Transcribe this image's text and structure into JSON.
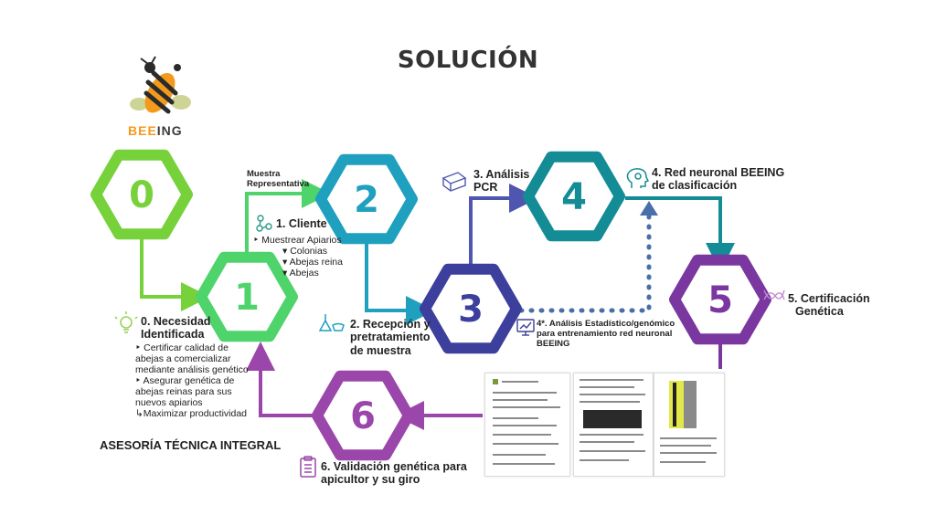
{
  "title": "SOLUCIÓN",
  "brand": {
    "name_a": "BEE",
    "name_b": "ING"
  },
  "steps": [
    {
      "id": "0",
      "color": "#76d13a"
    },
    {
      "id": "1",
      "color": "#4fd36b"
    },
    {
      "id": "2",
      "color": "#1fa0bf"
    },
    {
      "id": "3",
      "color": "#3d3f9c"
    },
    {
      "id": "4",
      "color": "#138c96"
    },
    {
      "id": "5",
      "color": "#7a37a0"
    },
    {
      "id": "6",
      "color": "#9b46aa"
    }
  ],
  "labels": {
    "muestra": [
      "Muestra",
      "Representativa"
    ],
    "cliente": {
      "title": "1. Cliente",
      "items": [
        "‣ Muestrear Apiarios",
        "▾ Colonias",
        "▾ Abejas reina",
        "▾ Abejas"
      ]
    },
    "necesidad": {
      "title": [
        "0. Necesidad",
        "Identificada"
      ],
      "items": [
        "‣ Certificar calidad de",
        "abejas a comercializar",
        "mediante análisis genético",
        "‣ Asegurar genética de",
        "abejas reinas para sus",
        "nuevos apiarios",
        "↳Maximizar productividad"
      ]
    },
    "recepcion": [
      "2. Recepción y",
      "pretratamiento",
      "de muestra"
    ],
    "pcr": [
      "3. Análisis",
      "PCR"
    ],
    "red": [
      "4. Red neuronal BEEING",
      "de clasificación"
    ],
    "estadistico": [
      "4*. Análisis Estadístico/genómico",
      "para entrenamiento red neuronal",
      "BEEING"
    ],
    "certificacion": [
      "5. Certificación",
      "Genética"
    ],
    "validacion": [
      "6. Validación genética para",
      "apicultor y su giro"
    ],
    "asesoria": "ASESORÍA TÉCNICA INTEGRAL"
  }
}
